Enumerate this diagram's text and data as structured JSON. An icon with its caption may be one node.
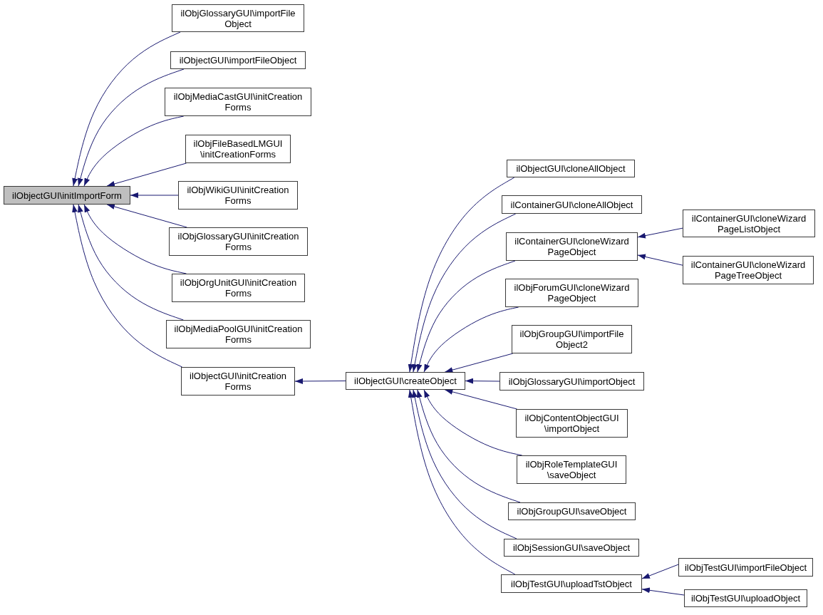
{
  "diagram": {
    "nodes": [
      {
        "text": [
          "ilObjectGUI\\initImportForm"
        ]
      },
      {
        "text": [
          "ilObjGlossaryGUI\\importFile Object"
        ]
      },
      {
        "text": [
          "ilObjectGUI\\importFileObject"
        ]
      },
      {
        "text": [
          "ilObjMediaCastGUI\\initCreation Forms"
        ]
      },
      {
        "text": [
          "ilObjFileBasedLMGUI \\initCreationForms"
        ]
      },
      {
        "text": [
          "ilObjWikiGUI\\initCreation Forms"
        ]
      },
      {
        "text": [
          "ilObjGlossaryGUI\\initCreation Forms"
        ]
      },
      {
        "text": [
          "ilObjOrgUnitGUI\\initCreation Forms"
        ]
      },
      {
        "text": [
          "ilObjMediaPoolGUI\\initCreation Forms"
        ]
      },
      {
        "text": [
          "ilObjectGUI\\initCreation Forms"
        ]
      },
      {
        "text": [
          "ilObjectGUI\\createObject"
        ]
      },
      {
        "text": [
          "ilObjectGUI\\cloneAllObject"
        ]
      },
      {
        "text": [
          "ilContainerGUI\\cloneAllObject"
        ]
      },
      {
        "text": [
          "ilContainerGUI\\cloneWizard PageObject"
        ]
      },
      {
        "text": [
          "ilObjForumGUI\\cloneWizard PageObject"
        ]
      },
      {
        "text": [
          "ilObjGroupGUI\\importFile Object2"
        ]
      },
      {
        "text": [
          "ilObjGlossaryGUI\\importObject"
        ]
      },
      {
        "text": [
          "ilObjContentObjectGUI \\importObject"
        ]
      },
      {
        "text": [
          "ilObjRoleTemplateGUI \\saveObject"
        ]
      },
      {
        "text": [
          "ilObjGroupGUI\\saveObject"
        ]
      },
      {
        "text": [
          "ilObjSessionGUI\\saveObject"
        ]
      },
      {
        "text": [
          "ilObjTestGUI\\uploadTstObject"
        ]
      },
      {
        "text": [
          "ilContainerGUI\\cloneWizard PageListObject"
        ]
      },
      {
        "text": [
          "ilContainerGUI\\cloneWizard PageTreeObject"
        ]
      },
      {
        "text": [
          "ilObjTestGUI\\importFileObject"
        ]
      },
      {
        "text": [
          "ilObjTestGUI\\uploadObject"
        ]
      }
    ],
    "edges": [
      {
        "from": 1,
        "to": 0,
        "arrow": "to"
      },
      {
        "from": 2,
        "to": 0,
        "arrow": "to"
      },
      {
        "from": 3,
        "to": 0,
        "arrow": "to"
      },
      {
        "from": 4,
        "to": 0,
        "arrow": "to"
      },
      {
        "from": 5,
        "to": 0,
        "arrow": "to"
      },
      {
        "from": 6,
        "to": 0,
        "arrow": "to"
      },
      {
        "from": 7,
        "to": 0,
        "arrow": "to"
      },
      {
        "from": 8,
        "to": 0,
        "arrow": "to"
      },
      {
        "from": 9,
        "to": 0,
        "arrow": "to"
      },
      {
        "from": 10,
        "to": 9,
        "arrow": "to"
      },
      {
        "from": 11,
        "to": 10,
        "arrow": "to"
      },
      {
        "from": 12,
        "to": 10,
        "arrow": "to"
      },
      {
        "from": 13,
        "to": 10,
        "arrow": "to"
      },
      {
        "from": 14,
        "to": 10,
        "arrow": "to"
      },
      {
        "from": 15,
        "to": 10,
        "arrow": "to"
      },
      {
        "from": 16,
        "to": 10,
        "arrow": "to"
      },
      {
        "from": 17,
        "to": 10,
        "arrow": "to"
      },
      {
        "from": 18,
        "to": 10,
        "arrow": "to"
      },
      {
        "from": 19,
        "to": 10,
        "arrow": "to"
      },
      {
        "from": 20,
        "to": 10,
        "arrow": "to"
      },
      {
        "from": 21,
        "to": 10,
        "arrow": "to"
      },
      {
        "from": 22,
        "to": 13,
        "arrow": "to"
      },
      {
        "from": 23,
        "to": 13,
        "arrow": "to"
      },
      {
        "from": 24,
        "to": 21,
        "arrow": "to"
      },
      {
        "from": 25,
        "to": 21,
        "arrow": "to"
      }
    ]
  }
}
